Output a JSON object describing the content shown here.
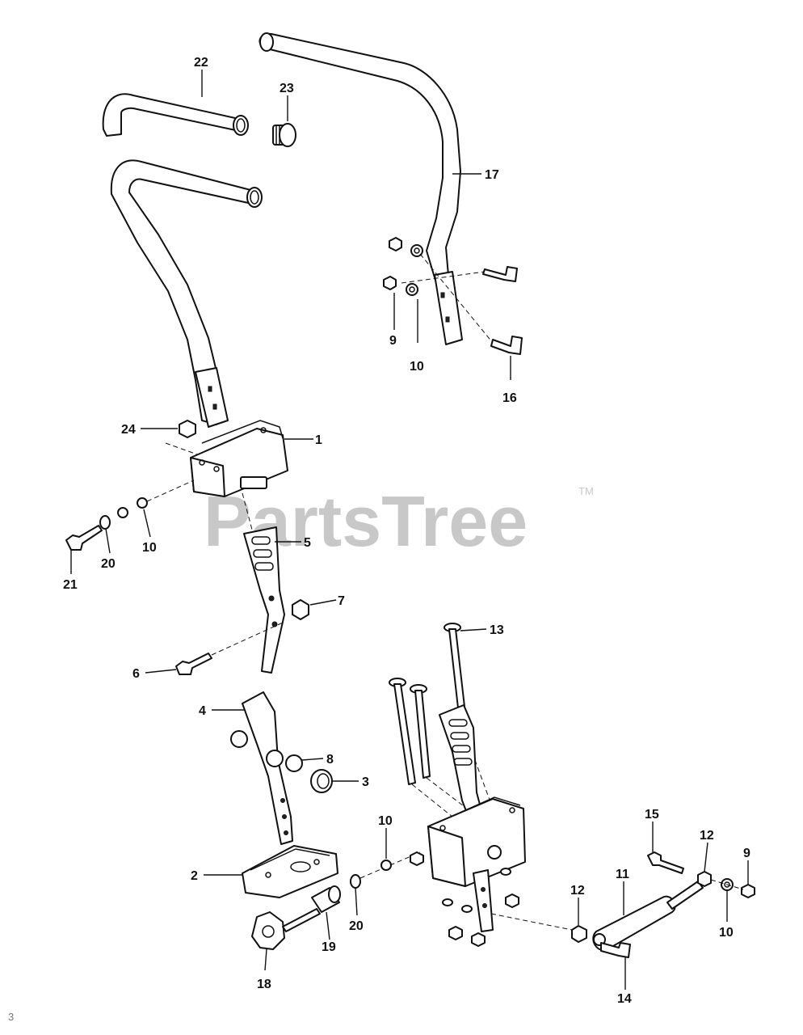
{
  "watermark": {
    "text": "PartsTree",
    "trademark": "TM"
  },
  "page_marker": "3",
  "callouts": {
    "c1": "1",
    "c2": "2",
    "c3": "3",
    "c4": "4",
    "c5": "5",
    "c6": "6",
    "c7": "7",
    "c8": "8",
    "c9a": "9",
    "c9b": "9",
    "c10a": "10",
    "c10b": "10",
    "c10c": "10",
    "c10d": "10",
    "c11": "11",
    "c12a": "12",
    "c12b": "12",
    "c13": "13",
    "c14": "14",
    "c15": "15",
    "c16": "16",
    "c17": "17",
    "c18": "18",
    "c19": "19",
    "c20a": "20",
    "c20b": "20",
    "c21": "21",
    "c22": "22",
    "c23": "23",
    "c24": "24"
  },
  "colors": {
    "line": "#111111",
    "watermark": "#c8c8c8"
  }
}
